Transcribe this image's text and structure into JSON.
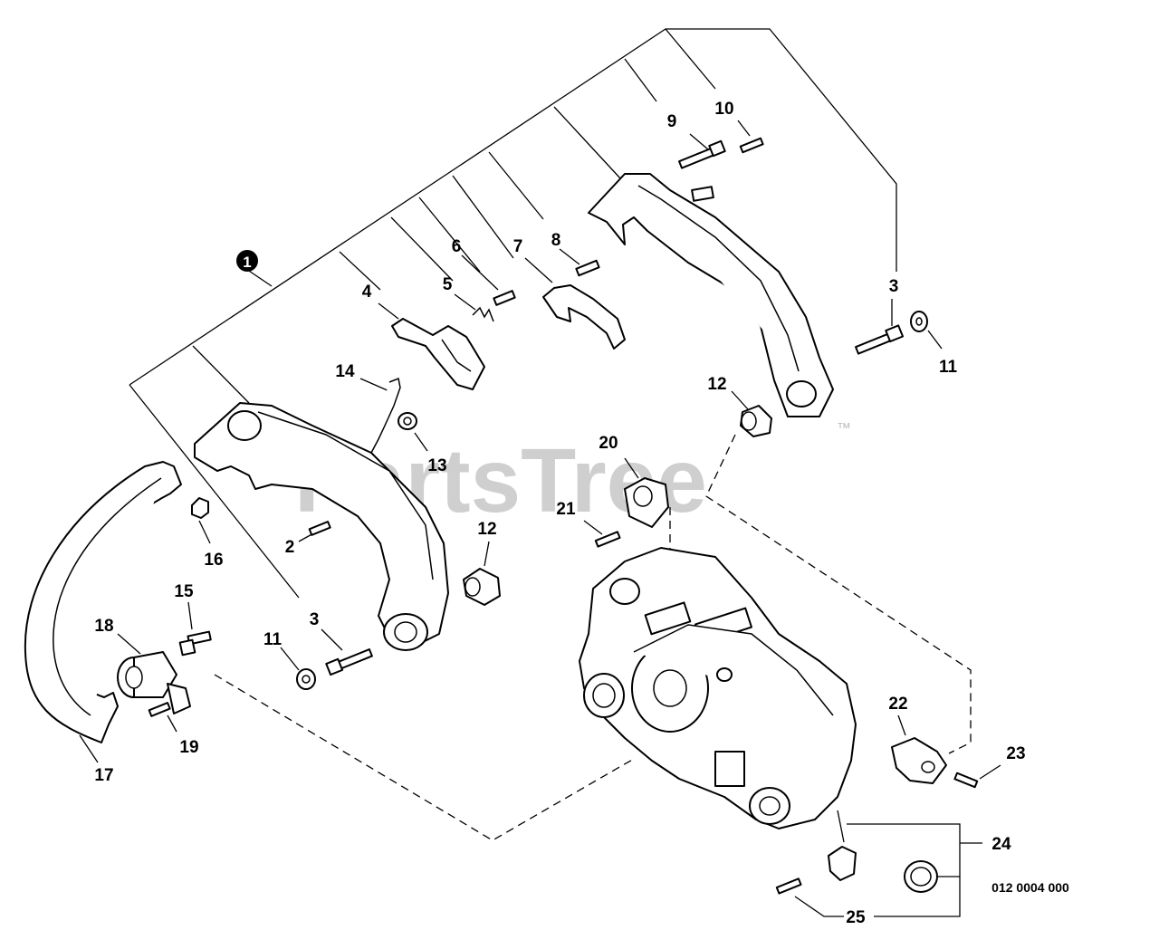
{
  "diagram": {
    "figure_code": "012 0004 000",
    "watermark": {
      "text": "PartsTree",
      "mark": "™"
    },
    "assembly_callout": "1",
    "callouts": {
      "c2": "2",
      "c3a": "3",
      "c3b": "3",
      "c4": "4",
      "c5": "5",
      "c6": "6",
      "c7": "7",
      "c8": "8",
      "c9": "9",
      "c10": "10",
      "c11a": "11",
      "c11b": "11",
      "c12a": "12",
      "c12b": "12",
      "c13": "13",
      "c14": "14",
      "c15": "15",
      "c16": "16",
      "c17": "17",
      "c18": "18",
      "c19": "19",
      "c20": "20",
      "c21": "21",
      "c22": "22",
      "c23": "23",
      "c24": "24",
      "c25": "25"
    }
  }
}
